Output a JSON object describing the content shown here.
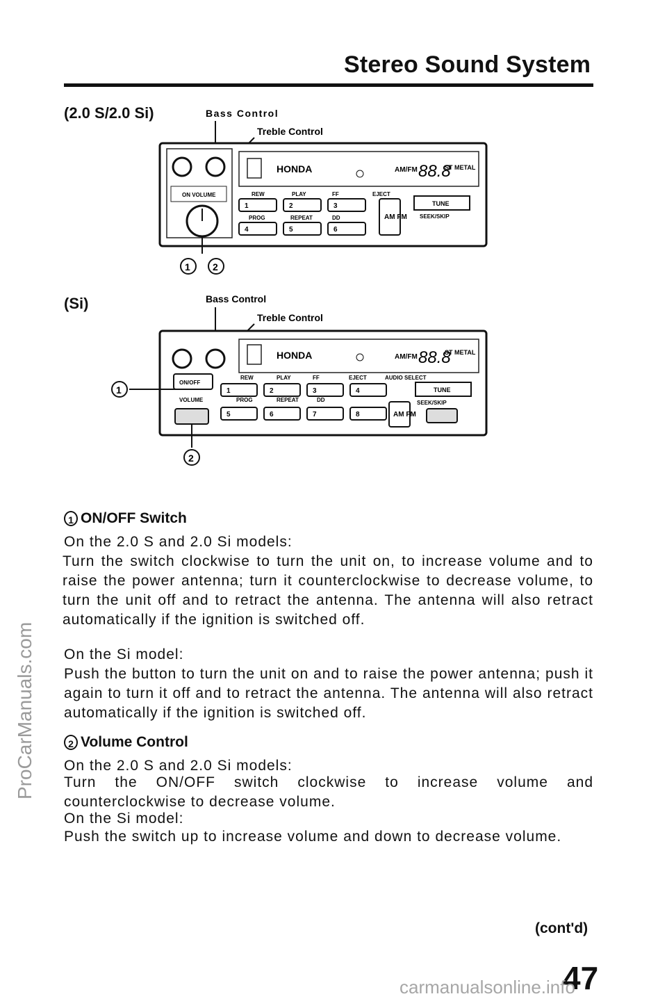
{
  "header": {
    "title": "Stereo Sound System"
  },
  "figure1": {
    "model_label": "(2.0 S/2.0 Si)",
    "bass_callout": "Bass Control",
    "treble_callout": "Treble Control",
    "brand": "HONDA",
    "display": "88.8",
    "band_label": "AM/FM",
    "st_metal": "ST METAL",
    "knob_label": "ON VOLUME",
    "top_labels": [
      "REW",
      "PLAY",
      "FF",
      "EJECT"
    ],
    "row1_buttons": [
      "1",
      "2",
      "3"
    ],
    "mid_labels": [
      "PROG",
      "REPEAT",
      "DD"
    ],
    "row2_buttons": [
      "4",
      "5",
      "6"
    ],
    "amfm_button": "AM FM",
    "tune_label": "TUNE",
    "seek_label": "SEEK/SKIP",
    "markers": [
      "1",
      "2"
    ]
  },
  "figure2": {
    "model_label": "(Si)",
    "bass_callout": "Bass Control",
    "treble_callout": "Treble Control",
    "brand": "HONDA",
    "display": "88.8",
    "band_label": "AM/FM",
    "st_metal": "ST METAL",
    "side_labels": [
      "ON/OFF",
      "VOLUME"
    ],
    "top_labels": [
      "REW",
      "PLAY",
      "FF",
      "EJECT",
      "AUDIO SELECT"
    ],
    "row1_buttons": [
      "1",
      "2",
      "3",
      "4"
    ],
    "mid_labels": [
      "PROG",
      "REPEAT",
      "DD"
    ],
    "row2_buttons": [
      "5",
      "6",
      "7",
      "8"
    ],
    "amfm_button": "AM FM",
    "tune_label": "TUNE",
    "seek_label": "SEEK/SKIP",
    "markers": [
      "1",
      "2"
    ]
  },
  "section1": {
    "number": "1",
    "title": "ON/OFF Switch",
    "sub1": "On the 2.0 S and 2.0 Si models:",
    "para1": "Turn the switch clockwise to turn the unit on, to increase volume and to raise the power antenna; turn it counterclockwise to decrease volume, to turn the unit off and to retract the antenna. The antenna will also retract automatically if the ignition is switched off.",
    "sub2": "On the Si model:",
    "para2": "Push the button to turn the unit on and to raise the power antenna; push it again to turn it off and to retract the antenna. The antenna will also retract automatically if the ignition is switched off."
  },
  "section2": {
    "number": "2",
    "title": "Volume Control",
    "sub1": "On the 2.0 S and 2.0 Si models:",
    "para1": "Turn the ON/OFF switch clockwise to increase volume and counterclockwise to decrease volume.",
    "sub2": "On the Si model:",
    "para2": "Push the switch up to increase volume and down to decrease volume."
  },
  "footer": {
    "contd": "(cont'd)",
    "page": "47",
    "url": "carmanualsonline.info"
  },
  "watermark": "ProCarManuals.com"
}
